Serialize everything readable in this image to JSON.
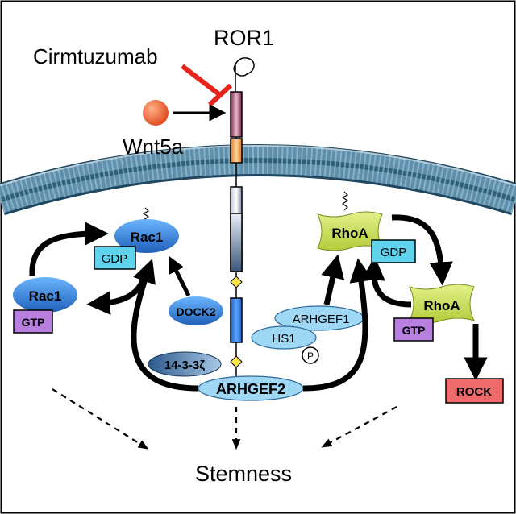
{
  "labels": {
    "drug": "Cirmtuzumab",
    "receptor": "ROR1",
    "ligand": "Wnt5a",
    "rac1_top": "Rac1",
    "gdp_left": "GDP",
    "rac1_bottom": "Rac1",
    "gtp_left": "GTP",
    "dock2": "DOCK2",
    "protein_1433": "14-3-3ζ",
    "arhgef2": "ARHGEF2",
    "arhgef1": "ARHGEF1",
    "hs1": "HS1",
    "phospho": "P",
    "rhoa_top": "RhoA",
    "gdp_right": "GDP",
    "rhoa_bottom": "RhoA",
    "gtp_right": "GTP",
    "rock": "ROCK",
    "outcome": "Stemness"
  },
  "colors": {
    "inhibitor": "#e8231c",
    "rac1": "#2f7fd6",
    "rhoa": "#c7dc4f",
    "gdp_box": "#5fd3ec",
    "gtp_box": "#b97fe0",
    "rock_box": "#ee6b6b",
    "membrane": "#3e6f88",
    "wnt5a": "#e25b2b",
    "light_ellipse": "#9fd8f4"
  }
}
